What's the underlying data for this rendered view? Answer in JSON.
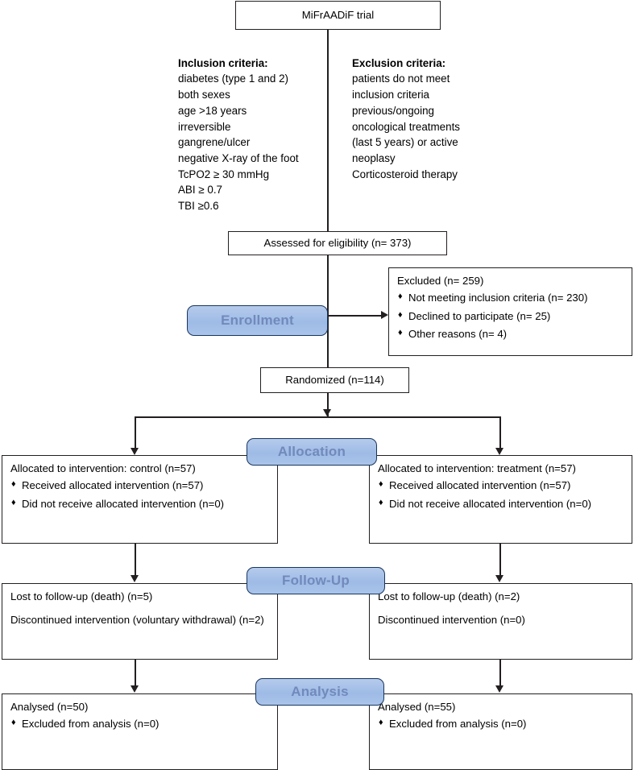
{
  "diagram": {
    "title": "MiFrAADiF trial",
    "bullet_glyph": "♦"
  },
  "criteria": {
    "inclusion": {
      "heading": "Inclusion criteria:",
      "items": "diabetes (type 1 and 2)\nboth sexes\nage >18 years\nirreversible\ngangrene/ulcer\nnegative X-ray of the foot\nTcPO2 ≥ 30 mmHg\nABI ≥ 0.7\nTBI ≥0.6"
    },
    "exclusion": {
      "heading": "Exclusion criteria:",
      "items": "patients do not meet\ninclusion criteria\nprevious/ongoing\noncological treatments\n(last 5 years) or active\nneoplasy\nCorticosteroid therapy"
    }
  },
  "stages": {
    "enrollment": "Enrollment",
    "allocation": "Allocation",
    "followup": "Follow-Up",
    "analysis": "Analysis"
  },
  "enrollment": {
    "assessed": "Assessed for eligibility (n= 373)",
    "excluded_title": "Excluded (n= 259)",
    "excluded_reasons": [
      "Not meeting inclusion criteria (n= 230)",
      "Declined to participate (n= 25)",
      "Other reasons (n= 4)"
    ],
    "randomized": "Randomized (n=114)"
  },
  "allocation": {
    "left": {
      "title": "Allocated to intervention: control (n=57)",
      "items": [
        "Received allocated intervention (n=57)",
        "Did not receive allocated intervention (n=0)"
      ]
    },
    "right": {
      "title": "Allocated to intervention: treatment (n=57)",
      "items": [
        "Received allocated intervention (n=57)",
        "Did not receive allocated intervention (n=0)"
      ]
    }
  },
  "followup": {
    "left": {
      "lost": "Lost to follow-up (death) (n=5)",
      "discontinued": "Discontinued intervention (voluntary withdrawal) (n=2)"
    },
    "right": {
      "lost": "Lost to follow-up (death) (n=2)",
      "discontinued": "Discontinued intervention (n=0)"
    }
  },
  "analysis": {
    "left": {
      "title": "Analysed (n=50)",
      "items": [
        "Excluded from analysis (n=0)"
      ]
    },
    "right": {
      "title": "Analysed (n=55)",
      "items": [
        "Excluded from analysis (n=0)"
      ]
    }
  },
  "colors": {
    "badge_fill": "#9ebbe6",
    "badge_border": "#17365d",
    "badge_text": "#7189bb",
    "line": "#231f20",
    "box_border": "#231f20"
  }
}
